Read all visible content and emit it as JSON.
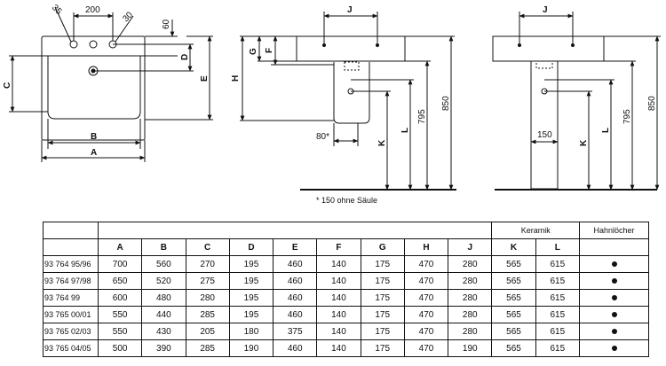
{
  "footnote": "* 150 ohne Säule",
  "front_view": {
    "dims": {
      "d200": "200",
      "d35": "35",
      "d30": "30",
      "d60": "60",
      "D": "D",
      "E": "E",
      "C": "C",
      "B": "B",
      "A": "A"
    }
  },
  "side_view": {
    "dims": {
      "J": "J",
      "G": "G",
      "F": "F",
      "H": "H",
      "d795": "795",
      "d850": "850",
      "L": "L",
      "K": "K",
      "d80": "80*"
    }
  },
  "pedestal_view": {
    "dims": {
      "J": "J",
      "d150": "150",
      "K": "K",
      "L": "L",
      "d795": "795",
      "d850": "850"
    }
  },
  "table": {
    "group_headers": {
      "keramik": "Keramik",
      "hahnloecher": "Hahnlöcher"
    },
    "columns": [
      "A",
      "B",
      "C",
      "D",
      "E",
      "F",
      "G",
      "H",
      "J",
      "K",
      "L"
    ],
    "rows": [
      {
        "model": "93 764 95/96",
        "values": [
          "700",
          "560",
          "270",
          "195",
          "460",
          "140",
          "175",
          "470",
          "280",
          "565",
          "615"
        ],
        "tap_holes": "●"
      },
      {
        "model": "93 764 97/98",
        "values": [
          "650",
          "520",
          "275",
          "195",
          "460",
          "140",
          "175",
          "470",
          "280",
          "565",
          "615"
        ],
        "tap_holes": "●"
      },
      {
        "model": "93 764 99",
        "values": [
          "600",
          "480",
          "280",
          "195",
          "460",
          "140",
          "175",
          "470",
          "280",
          "565",
          "615"
        ],
        "tap_holes": "●"
      },
      {
        "model": "93 765 00/01",
        "values": [
          "550",
          "440",
          "285",
          "195",
          "460",
          "140",
          "175",
          "470",
          "280",
          "565",
          "615"
        ],
        "tap_holes": "●"
      },
      {
        "model": "93 765 02/03",
        "values": [
          "550",
          "430",
          "205",
          "180",
          "375",
          "140",
          "175",
          "470",
          "280",
          "565",
          "615"
        ],
        "tap_holes": "●"
      },
      {
        "model": "93 765 04/05",
        "values": [
          "500",
          "390",
          "285",
          "190",
          "460",
          "140",
          "175",
          "470",
          "190",
          "565",
          "615"
        ],
        "tap_holes": "●"
      }
    ]
  }
}
